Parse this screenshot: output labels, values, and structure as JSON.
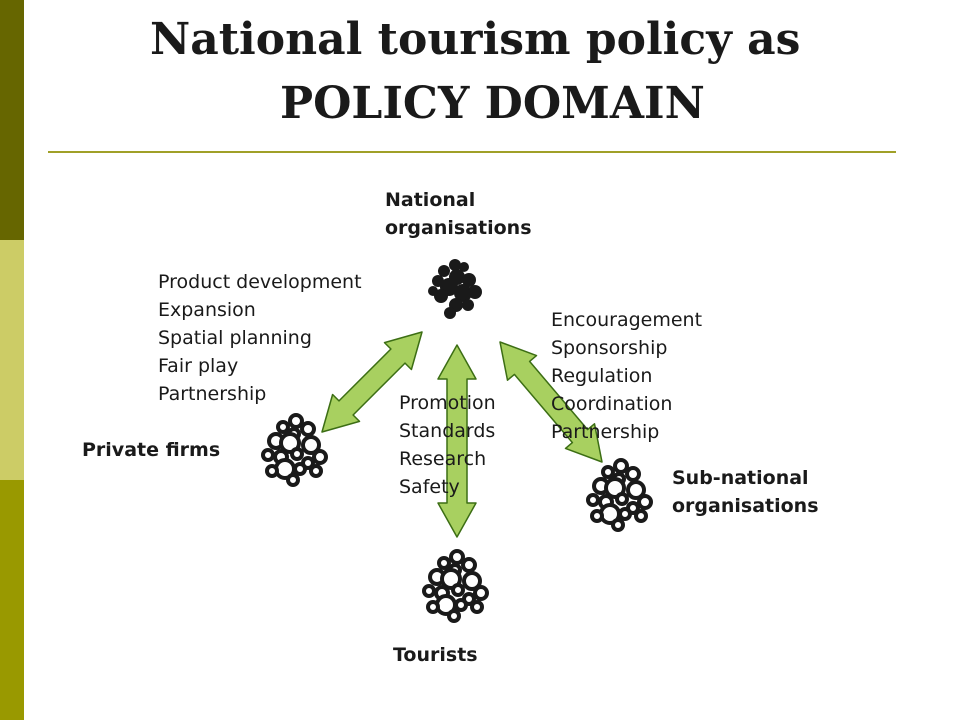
{
  "slide": {
    "title_line1": "National tourism policy as",
    "title_line2": "POLICY DOMAIN"
  },
  "nodes": {
    "national": {
      "label_line1": "National",
      "label_line2": "organisations"
    },
    "private": {
      "label": "Private firms"
    },
    "subnational": {
      "label_line1": "Sub-national",
      "label_line2": "organisations"
    },
    "tourists": {
      "label": "Tourists"
    }
  },
  "relations": {
    "national_private": [
      "Product development",
      "Expansion",
      "Spatial planning",
      "Fair play",
      "Partnership"
    ],
    "national_tourists": [
      "Promotion",
      "Standards",
      "Research",
      "Safety"
    ],
    "national_subnational": [
      "Encouragement",
      "Sponsorship",
      "Regulation",
      "Coordination",
      "Partnership"
    ]
  },
  "colors": {
    "sidebar_dark": "#666600",
    "sidebar_light": "#cccc66",
    "sidebar_mid": "#999900",
    "rule": "#a0a028",
    "arrow_fill": "#a8d060",
    "arrow_stroke": "#3c6e14",
    "cluster": "#1a1a1a"
  }
}
